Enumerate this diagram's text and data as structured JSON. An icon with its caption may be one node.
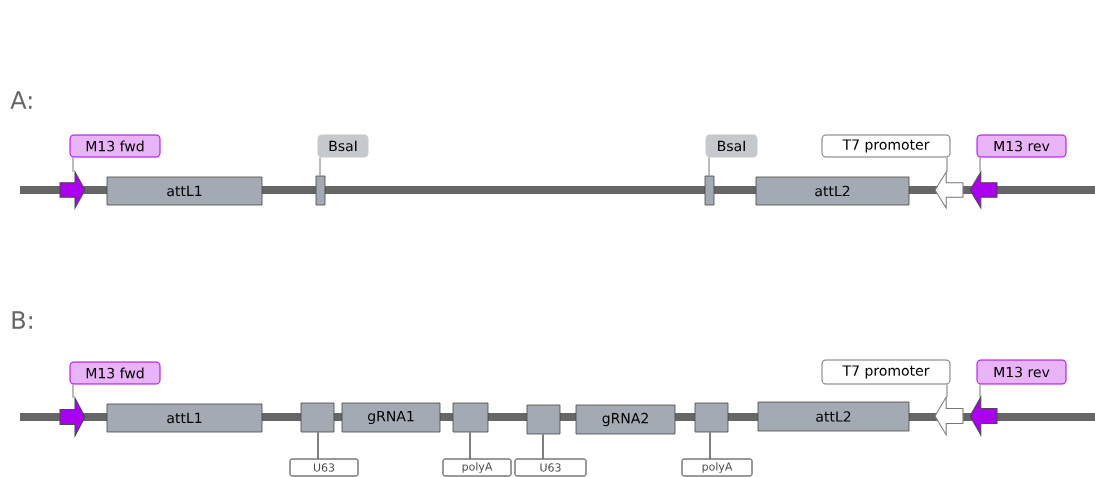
{
  "diagram": {
    "nodes": [
      {
        "text": [
          "M13 fwd"
        ]
      },
      {
        "text": [],
        "shape": "arrow"
      },
      {
        "text": [
          "attL1"
        ]
      },
      {
        "text": [
          "BsaI"
        ]
      },
      {
        "text": [],
        "shape": "bar"
      },
      {
        "text": [
          "BsaI"
        ]
      },
      {
        "text": [],
        "shape": "bar"
      },
      {
        "text": [
          "attL2"
        ]
      },
      {
        "text": [
          "T7 promoter"
        ]
      },
      {
        "text": [],
        "shape": "arrow"
      },
      {
        "text": [
          "M13 rev"
        ]
      },
      {
        "text": [],
        "shape": "arrow"
      },
      {
        "text": [
          "M13 fwd"
        ]
      },
      {
        "text": [],
        "shape": "arrow"
      },
      {
        "text": [
          "attL1"
        ]
      },
      {
        "text": [],
        "shape": "box"
      },
      {
        "text": [
          "gRNA1"
        ]
      },
      {
        "text": [],
        "shape": "box"
      },
      {
        "text": [],
        "shape": "box"
      },
      {
        "text": [
          "gRNA2"
        ]
      },
      {
        "text": [],
        "shape": "box"
      },
      {
        "text": [
          "attL2"
        ]
      },
      {
        "text": [
          "T7 promoter"
        ]
      },
      {
        "text": [],
        "shape": "arrow"
      },
      {
        "text": [
          "M13 rev"
        ]
      },
      {
        "text": [],
        "shape": "arrow"
      },
      {
        "text": [
          "U63"
        ]
      },
      {
        "text": [
          "polyA"
        ]
      },
      {
        "text": [
          "U63"
        ]
      },
      {
        "text": [
          "polyA"
        ]
      }
    ],
    "edges": [
      {
        "from": 0,
        "to": 1,
        "arrow": "none"
      },
      {
        "from": 3,
        "to": 4,
        "arrow": "none"
      },
      {
        "from": 5,
        "to": 6,
        "arrow": "none"
      },
      {
        "from": 8,
        "to": 9,
        "arrow": "none"
      },
      {
        "from": 10,
        "to": 11,
        "arrow": "none"
      },
      {
        "from": 12,
        "to": 13,
        "arrow": "none"
      },
      {
        "from": 22,
        "to": 23,
        "arrow": "none"
      },
      {
        "from": 24,
        "to": 25,
        "arrow": "none"
      },
      {
        "from": 26,
        "to": 15,
        "arrow": "none",
        "color": "#000000"
      },
      {
        "from": 27,
        "to": 17,
        "arrow": "none",
        "color": "#000000"
      },
      {
        "from": 28,
        "to": 18,
        "arrow": "none",
        "color": "#000000"
      },
      {
        "from": 29,
        "to": 20,
        "arrow": "none",
        "color": "#000000"
      }
    ],
    "labels": [
      "A:",
      "B:"
    ]
  }
}
